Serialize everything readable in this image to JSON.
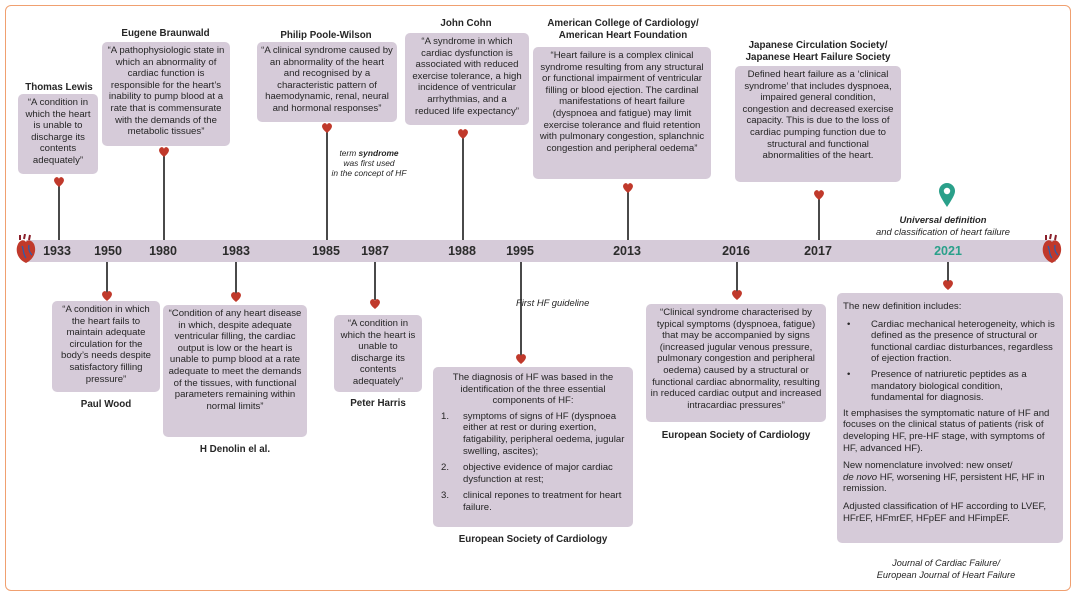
{
  "years": [
    "1933",
    "1950",
    "1980",
    "1983",
    "1985",
    "1987",
    "1988",
    "1995",
    "2013",
    "2016",
    "2017",
    "2021"
  ],
  "entries": {
    "lewis": {
      "name": "Thomas Lewis",
      "quote": "“A condition in which the heart is unable to discharge its contents adequately”"
    },
    "braunwald": {
      "name": "Eugene Braunwald",
      "quote": "“A pathophysiologic state in which an abnormality of cardiac function is responsible for the heart’s inability to pump blood at a rate that is commensurate with the demands of the metabolic tissues”"
    },
    "poole": {
      "name": "Philip Poole-Wilson",
      "quote": "“A clinical syndrome caused by an abnormality of the heart and recognised by a characteristic pattern of haemodynamic, renal, neural and hormonal responses”",
      "note_a": "term ",
      "note_b": "syndrome",
      "note_c": "was first used",
      "note_d": "in the concept of HF"
    },
    "cohn": {
      "name": "John Cohn",
      "quote": "“A syndrome in which cardiac dysfunction is associated with reduced exercise tolerance, a high incidence of ventricular arrhythmias, and a reduced life expectancy”"
    },
    "acc": {
      "name_1": "American College of Cardiology/",
      "name_2": "American Heart Foundation",
      "quote": "“Heart failure is a complex clinical syndrome resulting from any structural or functional impairment of ventricular filling or blood ejection. The cardinal manifestations of heart failure (dyspnoea and fatigue) may limit exercise tolerance and fluid retention with pulmonary congestion, splanchnic congestion and peripheral oedema”"
    },
    "jcs": {
      "name_1": "Japanese Circulation Society/",
      "name_2": "Japanese Heart Failure Society",
      "quote": "Defined heart failure as a ‘clinical syndrome’ that includes dyspnoea, impaired general condition, congestion and decreased exercise capacity. This is due to the loss of cardiac pumping function due to structural and functional abnormalities of the heart."
    },
    "wood": {
      "name": "Paul Wood",
      "quote": "“A condition in which the heart fails to maintain adequate circulation for the body’s needs despite satisfactory filling pressure”"
    },
    "denolin": {
      "name": "H Denolin el al.",
      "quote": "“Condition of any heart disease in which, despite adequate ventricular filling, the cardiac output is low or the heart is unable to pump blood at a rate adequate to meet the demands of the tissues, with functional parameters remaining within normal limits”"
    },
    "harris": {
      "name": "Peter Harris",
      "quote": "“A condition in which the heart is unable to discharge its contents adequately”"
    },
    "esc1995": {
      "note": "First HF guideline",
      "intro": "The diagnosis of HF was based in the identification of the three essential components of HF:",
      "items": [
        {
          "n": "1.",
          "t": "symptoms of signs of HF (dyspnoea either at rest or during exertion, fatigability, peripheral oedema, jugular swelling, ascites);"
        },
        {
          "n": "2.",
          "t": "objective evidence of major cardiac dysfunction at rest;"
        },
        {
          "n": "3.",
          "t": "clinical repones to treatment for heart failure."
        }
      ],
      "source": "European Society of Cardiology"
    },
    "esc2016": {
      "quote": "“Clinical syndrome characterised by typical symptoms (dyspnoea, fatigue) that may be accompanied by signs (increased jugular venous pressure, pulmonary congestion and peripheral oedema) caused by a structural or functional cardiac abnormality, resulting in reduced cardiac output and increased intracardiac pressures”",
      "source": "European Society of Cardiology"
    },
    "universal": {
      "title_1": "Universal definition",
      "title_2": "and classification of heart failure",
      "lead": "The new definition includes:",
      "bullets": [
        "Cardiac mechanical heterogeneity, which is defined as the presence of structural or functional cardiac disturbances, regardless of ejection fraction.",
        "Presence of natriuretic peptides as a mandatory biological condition, fundamental for diagnosis."
      ],
      "p1": "It emphasises the symptomatic nature of HF and focuses on the clinical status of patients (risk of developing HF, pre-HF stage, with symptoms of HF, advanced HF).",
      "p2a": "New nomenclature involved: new onset/",
      "p2b": "de novo",
      "p2c": " HF, worsening HF, persistent HF, HF in remission.",
      "p3": "Adjusted classification of HF according to LVEF, HFrEF, HFmrEF, HFpEF and HFimpEF.",
      "source_1": "Journal of Cardiac Failure/",
      "source_2": "European Journal of Heart Failure"
    }
  },
  "colors": {
    "axis": "#d6cbd9",
    "box": "#d6cbd9",
    "border": "#f0a070",
    "highlight": "#2aa08a",
    "heart": "#c0392b"
  }
}
